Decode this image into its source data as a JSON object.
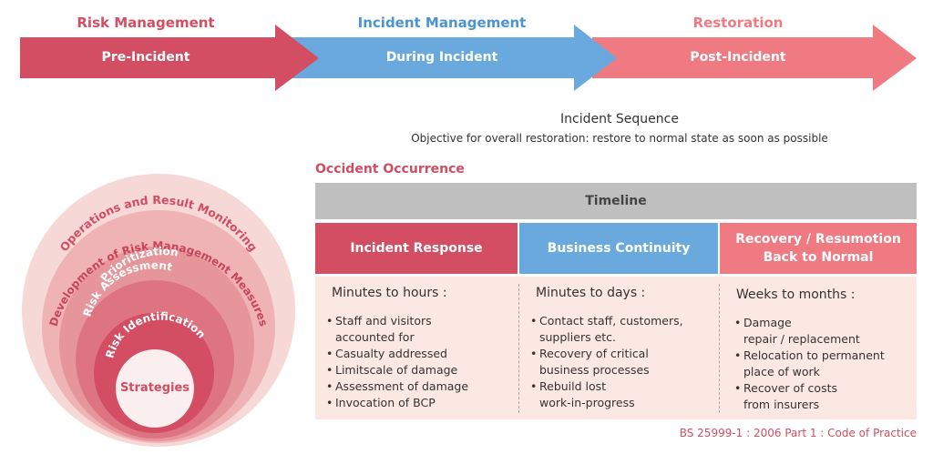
{
  "phases": [
    {
      "top_label": "Risk Management",
      "arrow_label": "Pre-Incident",
      "color": "#d34e62"
    },
    {
      "top_label": "Incident Management",
      "arrow_label": "During Incident",
      "color": "#6aa9de"
    },
    {
      "top_label": "Restoration",
      "arrow_label": "Post-Incident",
      "color": "#f07a82"
    }
  ],
  "sequence": {
    "title": "Incident Sequence",
    "subtitle": "Objective for overall restoration: restore to normal state as soon as possible"
  },
  "occurrence_label": "Occident Occurrence",
  "timeline_label": "Timeline",
  "columns": [
    {
      "heading": "Incident Response",
      "duration": "Minutes to hours :",
      "items": [
        "Staff and visitors\naccounted for",
        "Casualty addressed",
        "Limitscale of damage",
        "Assessment of damage",
        "Invocation of BCP"
      ],
      "color": "#d34e62"
    },
    {
      "heading": "Business Continuity",
      "duration": "Minutes to days :",
      "items": [
        "Contact staff, customers,\nsuppliers etc.",
        "Recovery of critical\nbusiness processes",
        "Rebuild lost\nwork-in-progress"
      ],
      "color": "#6aa9de"
    },
    {
      "heading": "Recovery / Resumotion\nBack to Normal",
      "duration": "Weeks to months :",
      "items": [
        "Damage\nrepair / replacement",
        "Relocation to permanent\nplace of work",
        "Recover of costs\nfrom insurers"
      ],
      "color": "#f07a82"
    }
  ],
  "citation": "BS 25999-1 : 2006 Part 1 : Code of Practice",
  "circles": {
    "ring1": "Operations and Result Monitoring",
    "ring2": "Development of Risk Management Measures",
    "ring3": "Prioritization",
    "ring4": "Risk Assessment",
    "ring5": "Risk Identification",
    "core": "Strategies",
    "colors": [
      "#f6d8d6",
      "#efb3b6",
      "#e6959b",
      "#de7381",
      "#d34e62"
    ]
  }
}
